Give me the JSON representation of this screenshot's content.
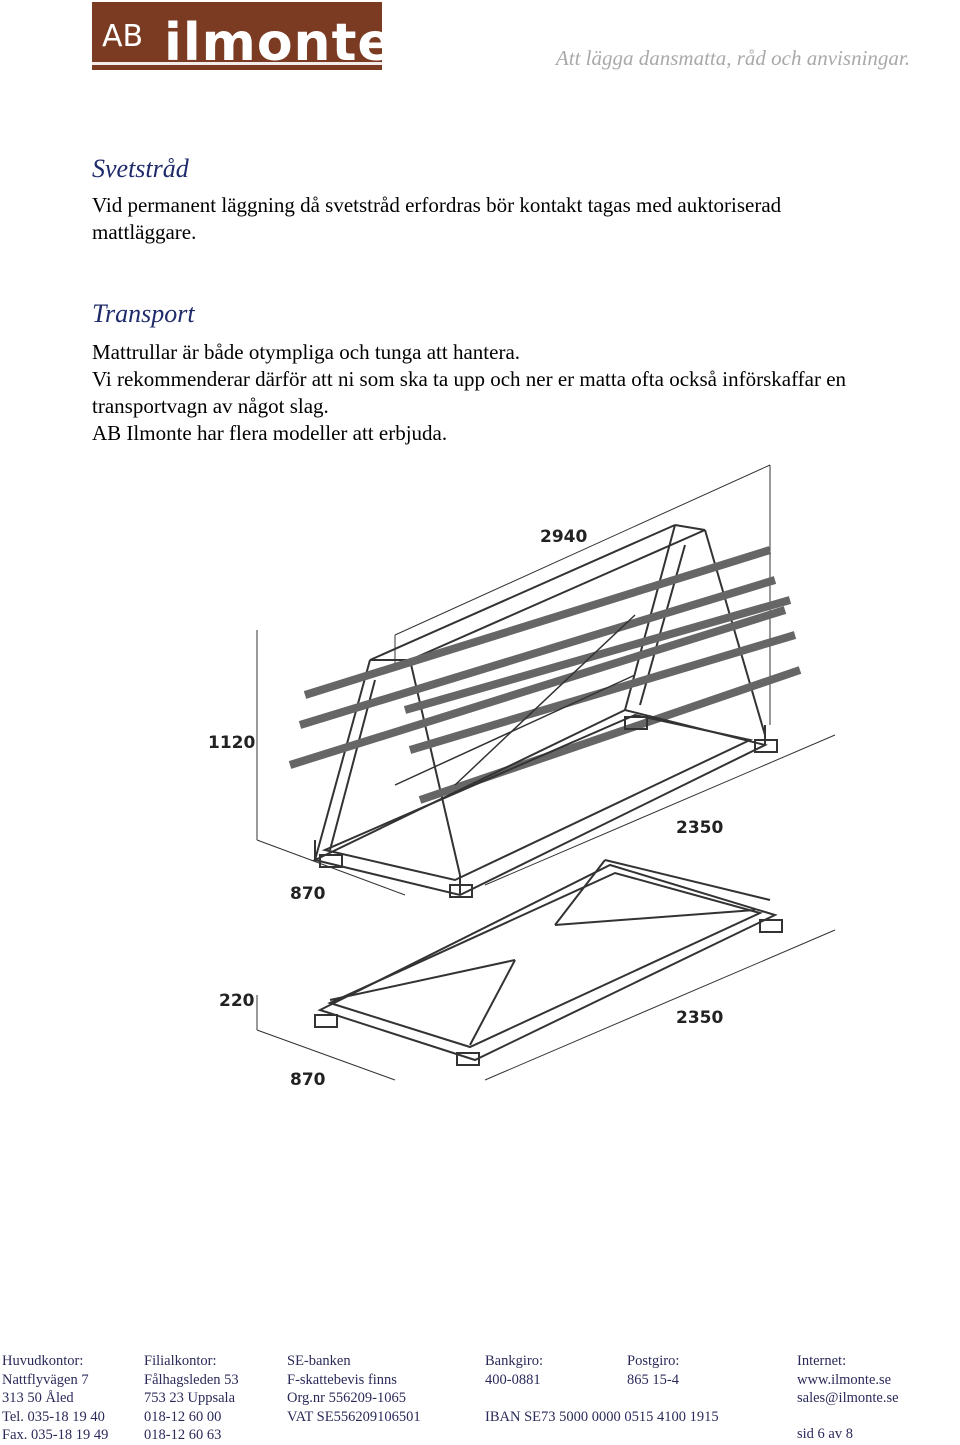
{
  "header": {
    "logo_text": "AB ilmonte",
    "title": "Att lägga dansmatta, råd och anvisningar."
  },
  "sections": [
    {
      "heading": "Svetstråd",
      "lines": [
        "Vid permanent läggning då svetstråd erfordras bör kontakt tagas med auktoriserad",
        "mattläggare."
      ]
    },
    {
      "heading": "Transport",
      "lines": [
        "Mattrullar är både otympliga och tunga att hantera.",
        "Vi rekommenderar därför att ni som ska ta upp och ner er matta ofta också införskaffar en",
        "transportvagn av något slag.",
        "AB Ilmonte har flera modeller att erbjuda."
      ]
    }
  ],
  "drawing": {
    "dimensions": {
      "top_length": "2940",
      "height": "1120",
      "base_length": "2350",
      "width": "870",
      "flat_height": "220",
      "flat_length": "2350",
      "flat_width": "870"
    }
  },
  "footer": {
    "columns": [
      [
        "Huvudkontor:",
        "Nattflyvägen 7",
        "313 50 Åled",
        "Tel. 035-18 19 40",
        "Fax. 035-18 19 49"
      ],
      [
        "Filialkontor:",
        "Fålhagsleden 53",
        "753 23  Uppsala",
        "018-12 60 00",
        "018-12 60 63"
      ],
      [
        "SE-banken",
        "F-skattebevis finns",
        "Org.nr 556209-1065",
        "VAT SE556209106501"
      ],
      [
        "Bankgiro:",
        "400-0881",
        "",
        "IBAN SE73 5000 0000 0515 4100 1915"
      ],
      [
        "Postgiro:",
        "865 15-4"
      ],
      [
        "Internet:",
        "www.ilmonte.se",
        "sales@ilmonte.se"
      ]
    ],
    "page_number": "sid 6 av 8"
  },
  "colors": {
    "logo_brown": "#7a3b22",
    "heading_blue": "#1f2a6b",
    "header_gray": "#a9a9a9",
    "footer_text": "#2a2a5a"
  }
}
